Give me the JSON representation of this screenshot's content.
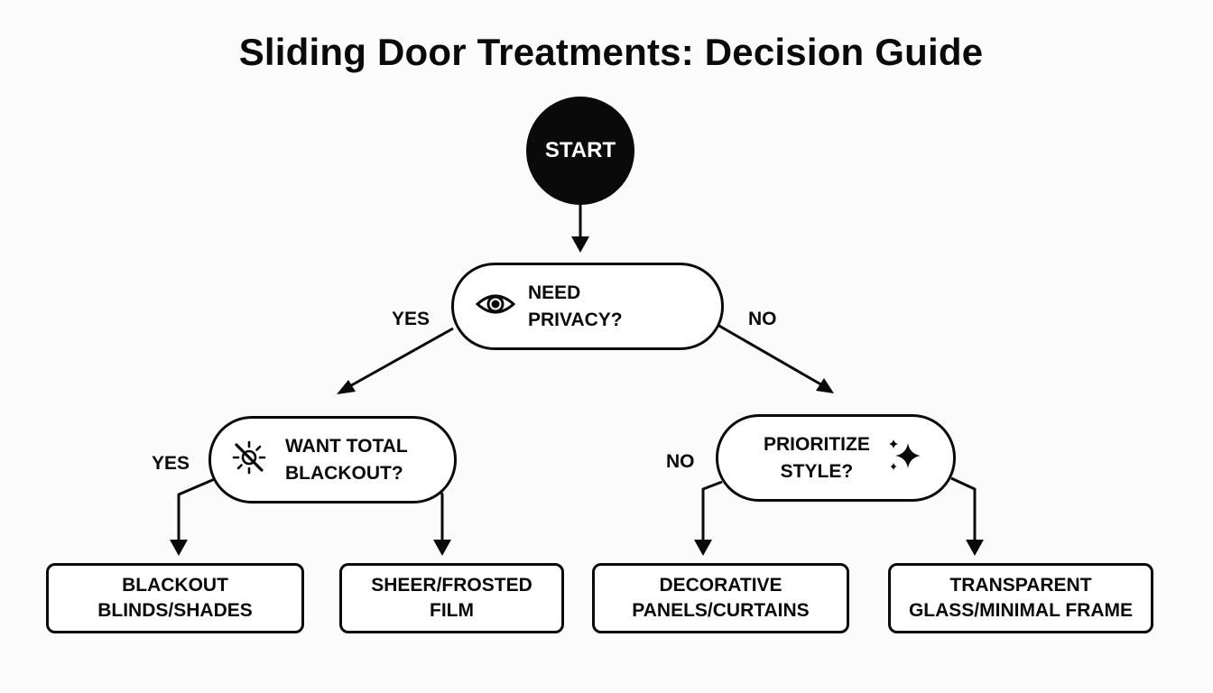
{
  "title": "Sliding Door Treatments: Decision Guide",
  "start": {
    "label": "START"
  },
  "decisions": {
    "privacy": {
      "line1": "NEED",
      "line2": "PRIVACY?",
      "icon": "eye-icon"
    },
    "blackout": {
      "line1": "WANT TOTAL",
      "line2": "BLACKOUT?",
      "icon": "sun-off-icon"
    },
    "style": {
      "line1": "PRIORITIZE",
      "line2": "STYLE?",
      "icon": "sparkle-icon"
    }
  },
  "edges": {
    "privacy_yes": "YES",
    "privacy_no": "NO",
    "blackout_yes": "YES",
    "style_no": "NO"
  },
  "outcomes": {
    "blackout_blinds": {
      "line1": "BLACKOUT",
      "line2": "BLINDS/SHADES"
    },
    "sheer_film": {
      "line1": "SHEER/FROSTED",
      "line2": "FILM"
    },
    "decorative": {
      "line1": "DECORATIVE",
      "line2": "PANELS/CURTAINS"
    },
    "transparent": {
      "line1": "TRANSPARENT",
      "line2": "GLASS/MINIMAL FRAME"
    }
  },
  "colors": {
    "ink": "#0a0a0a",
    "background": "#fbfbfb",
    "node_fill": "#ffffff"
  }
}
